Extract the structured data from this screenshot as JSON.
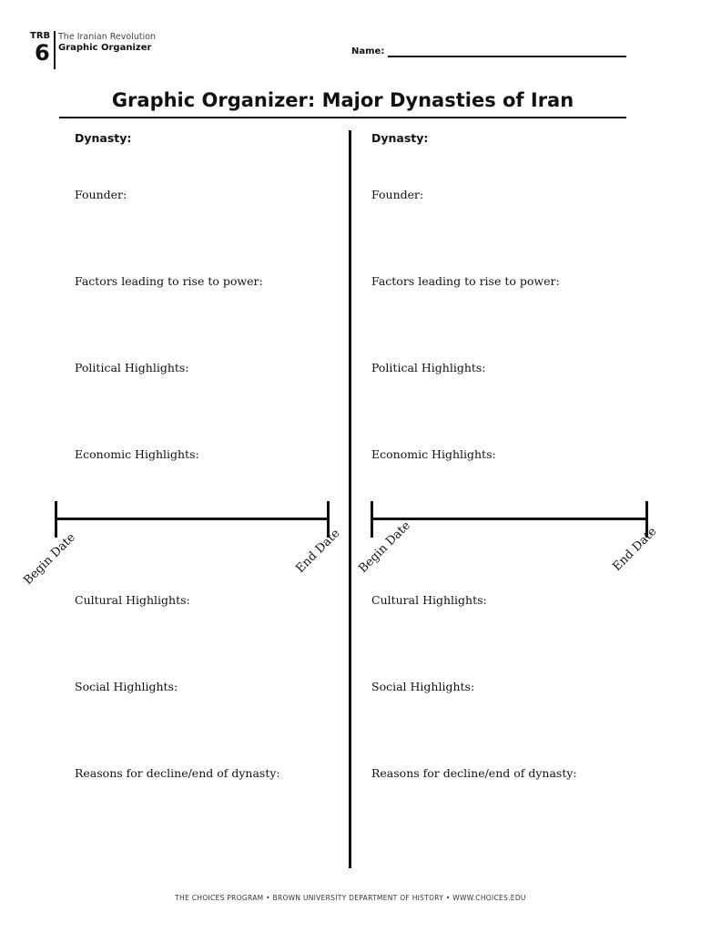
{
  "header": {
    "trb": "TRB",
    "number": "6",
    "unit": "The Iranian Revolution",
    "subtitle": "Graphic Organizer",
    "name_label": "Name:"
  },
  "title": "Graphic Organizer: Major Dynasties of Iran",
  "columns": [
    {
      "dynasty": "Dynasty:",
      "founder": "Founder:",
      "factors": "Factors leading to rise to power:",
      "political": "Political Highlights:",
      "economic": "Economic Highlights:",
      "begin": "Begin Date",
      "end": "End Date",
      "cultural": "Cultural Highlights:",
      "social": "Social Highlights:",
      "decline": "Reasons for decline/end of dynasty:"
    },
    {
      "dynasty": "Dynasty:",
      "founder": "Founder:",
      "factors": "Factors leading to rise to power:",
      "political": "Political Highlights:",
      "economic": "Economic Highlights:",
      "begin": "Begin Date",
      "end": "End Date",
      "cultural": "Cultural Highlights:",
      "social": "Social Highlights:",
      "decline": "Reasons for decline/end of dynasty:"
    }
  ],
  "footer": "The Choices Program  •  Brown University Department of History  •  www.choices.edu"
}
